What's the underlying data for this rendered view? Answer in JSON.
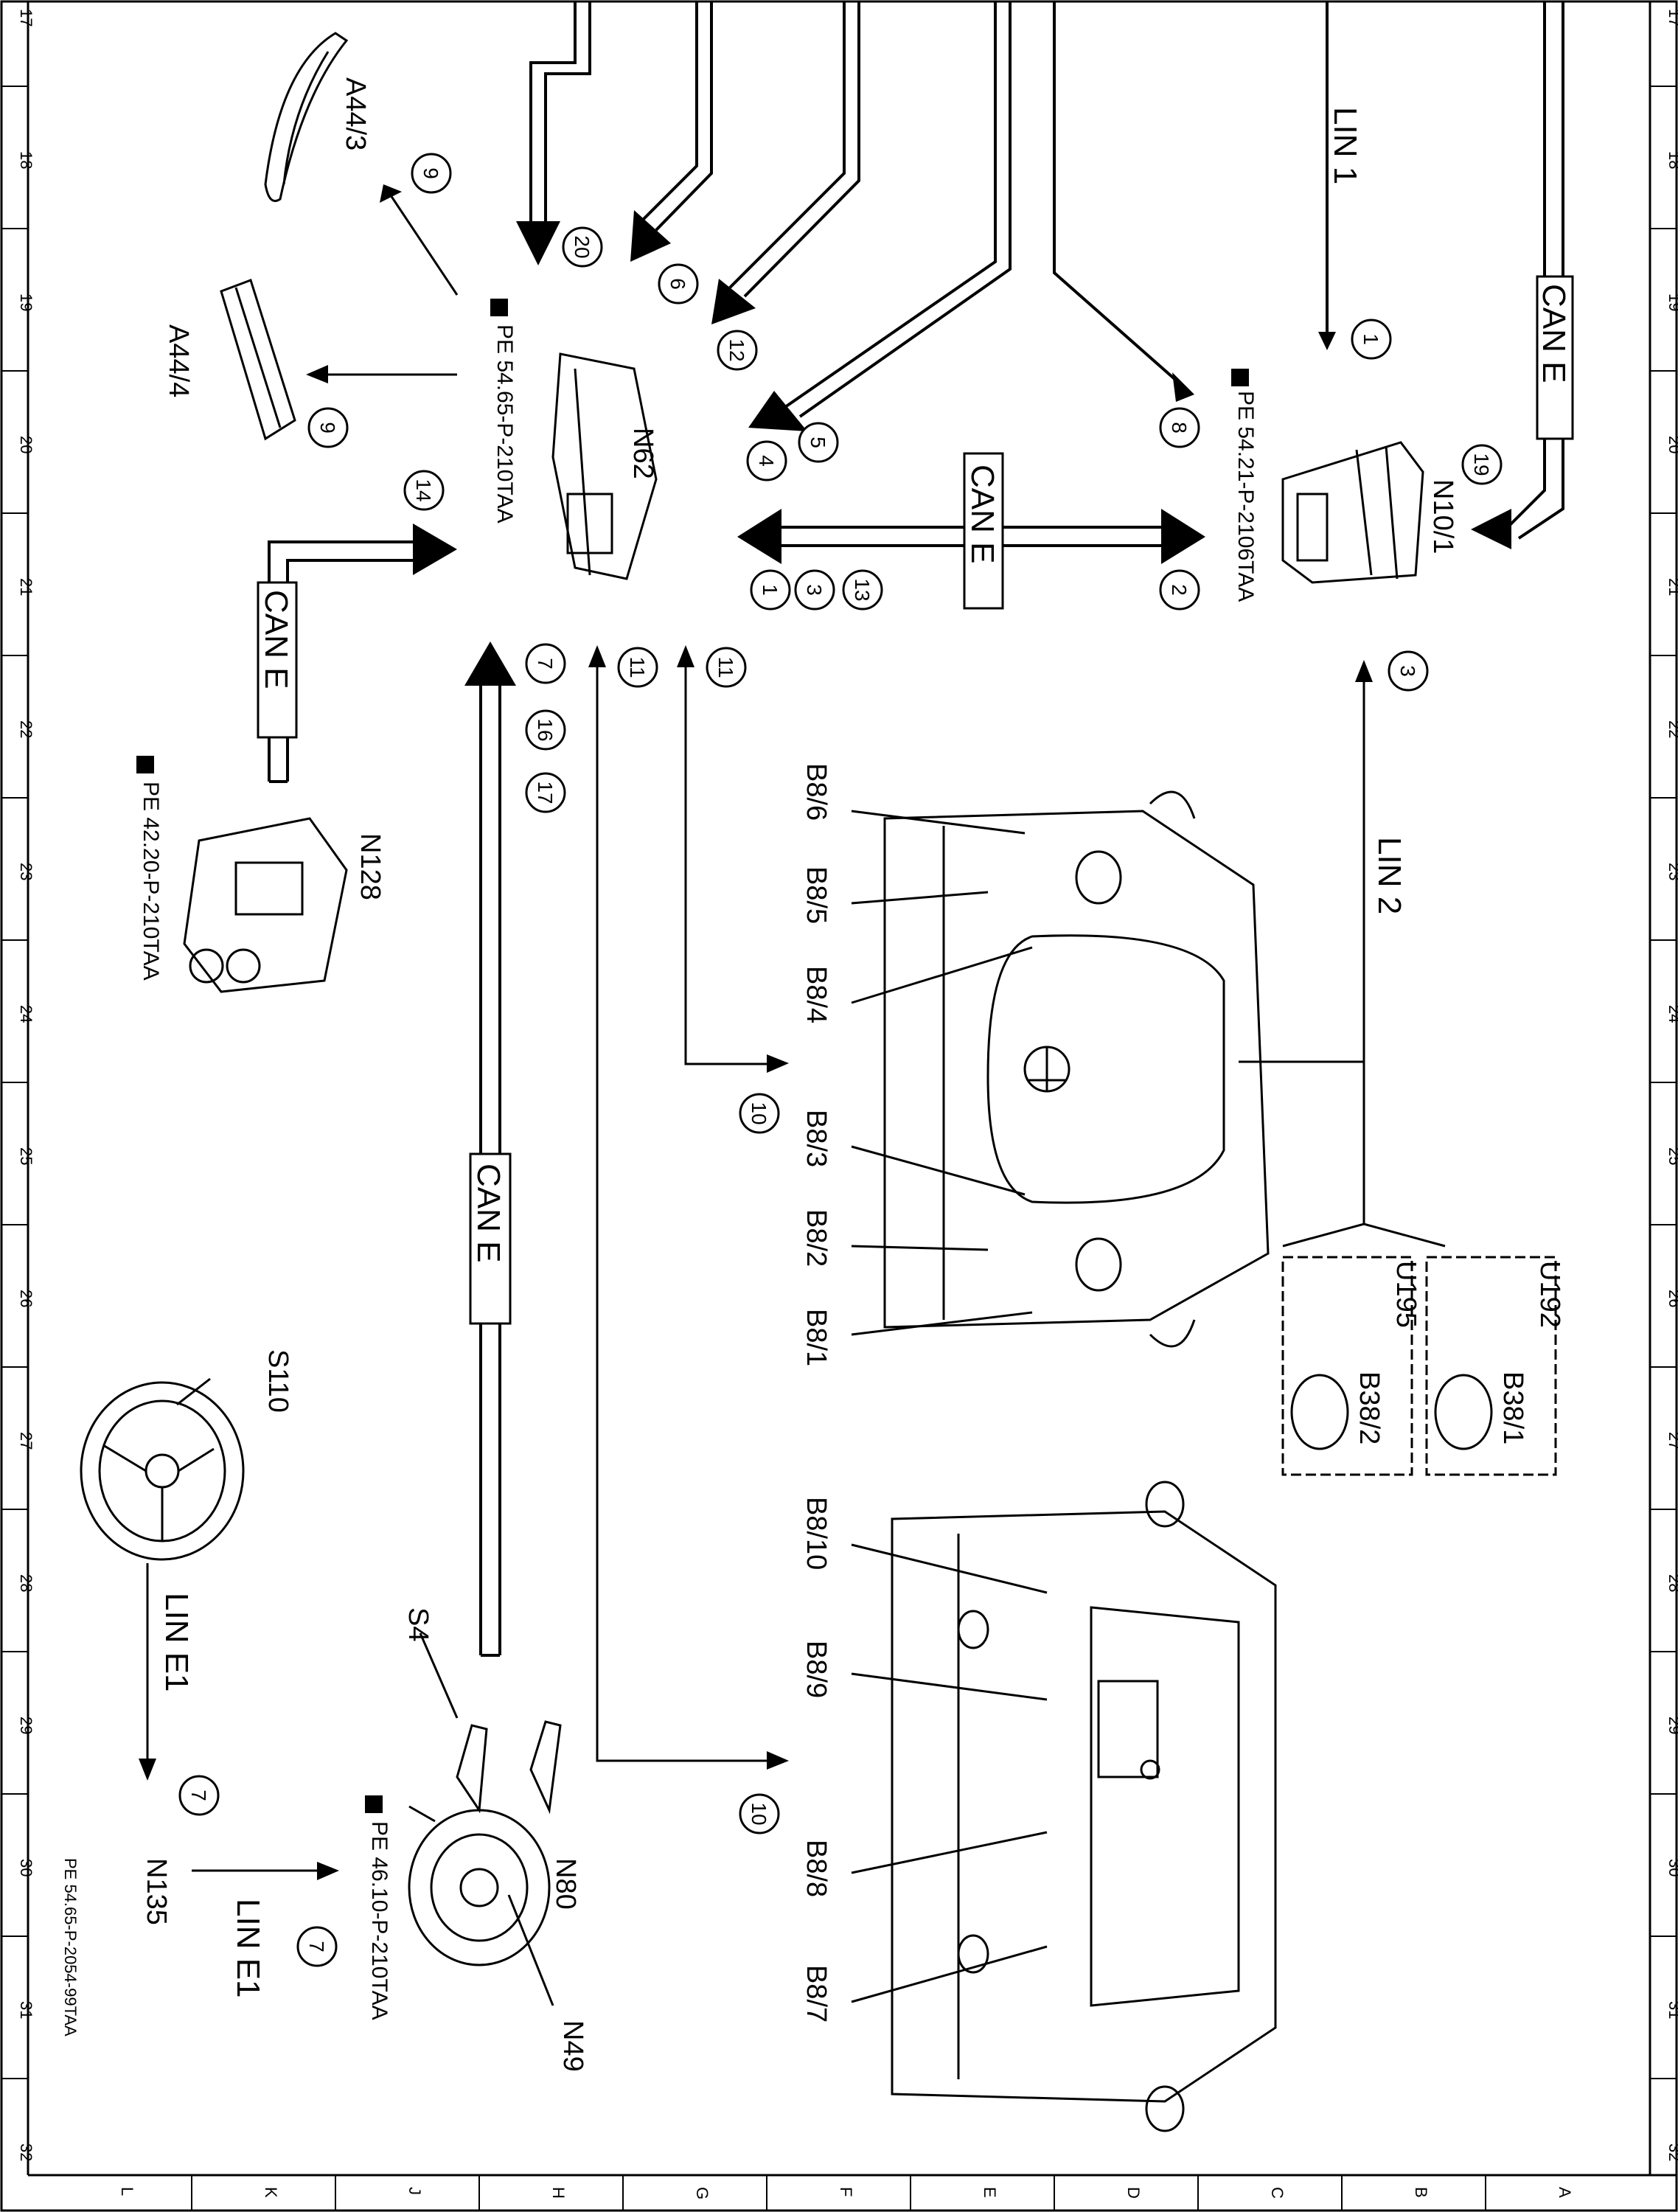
{
  "grid": {
    "numbers": [
      "17",
      "18",
      "19",
      "20",
      "21",
      "22",
      "23",
      "24",
      "25",
      "26",
      "27",
      "28",
      "29",
      "30",
      "31",
      "32"
    ],
    "letters": [
      "L",
      "K",
      "J",
      "H",
      "G",
      "F",
      "E",
      "D",
      "C",
      "B",
      "A"
    ]
  },
  "doc_ref": "PE 54.65-P-2054-99TAA",
  "bus_labels": {
    "lin1": "LIN 1",
    "lin2": "LIN 2",
    "can_top_right": "CAN E",
    "can_center": "CAN E",
    "can_left": "CAN E",
    "can_bottom": "CAN E",
    "lin_e1_a": "LIN E1",
    "lin_e1_b": "LIN E1"
  },
  "components": {
    "a44_3": "A44/3",
    "a44_4": "A44/4",
    "n62": "N62",
    "n62_ref": "PE 54.65-P-210TAA",
    "n10_1": "N10/1",
    "n10_1_ref": "PE 54.21-P-2106TAA",
    "n128": "N128",
    "n128_ref": "PE 42.20-P-210TAA",
    "s110": "S110",
    "s4": "S4",
    "n80": "N80",
    "n80_ref": "PE 46.10-P-210TAA",
    "n49": "N49",
    "n135": "N135",
    "u192": "U192",
    "u195": "U195",
    "b38_1": "B38/1",
    "b38_2": "B38/2"
  },
  "sensors_front": [
    "B8/6",
    "B8/5",
    "B8/4",
    "B8/3",
    "B8/2",
    "B8/1"
  ],
  "sensors_rear": [
    "B8/10",
    "B8/9",
    "B8/8",
    "B8/7"
  ],
  "circle_numbers": {
    "c9a": "9",
    "c9b": "9",
    "c20": "20",
    "c6": "6",
    "c12": "12",
    "c5": "5",
    "c4": "4",
    "c14": "14",
    "c1a": "1",
    "c3a": "3",
    "c13": "13",
    "c2": "2",
    "c8": "8",
    "c1b": "1",
    "c19": "19",
    "c3b": "3",
    "c7a": "7",
    "c16": "16",
    "c17": "17",
    "c11a": "11",
    "c11b": "11",
    "c10a": "10",
    "c10b": "10",
    "c7b": "7",
    "c7c": "7"
  }
}
